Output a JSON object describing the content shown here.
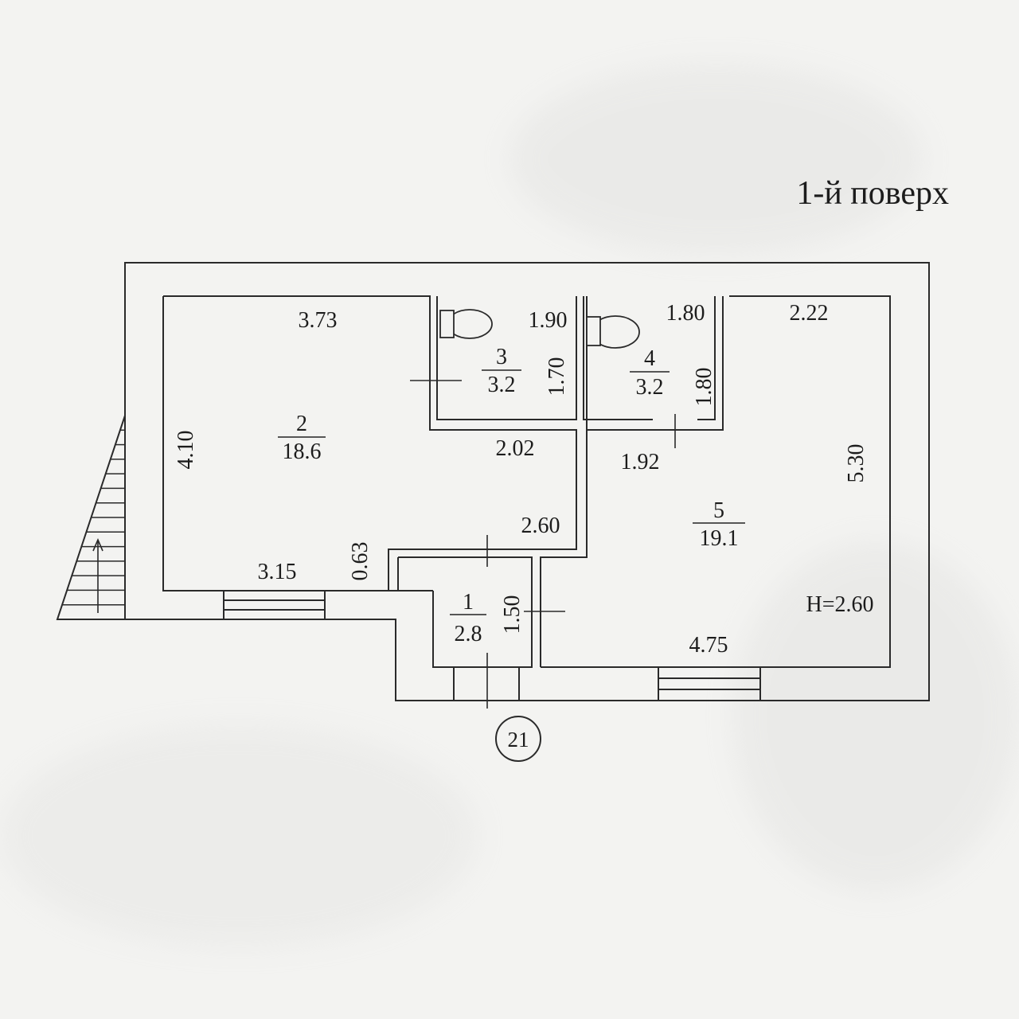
{
  "floor_title": "1-й поверх",
  "ceiling_height": "H=2.60",
  "plot_number": "21",
  "rooms": [
    {
      "number": "1",
      "area": "2.8"
    },
    {
      "number": "2",
      "area": "18.6"
    },
    {
      "number": "3",
      "area": "3.2"
    },
    {
      "number": "4",
      "area": "3.2"
    },
    {
      "number": "5",
      "area": "19.1"
    }
  ],
  "dimensions": [
    "3.73",
    "4.10",
    "3.15",
    "0.63",
    "1.90",
    "1.70",
    "2.02",
    "2.60",
    "1.80",
    "1.80",
    "1.92",
    "2.22",
    "5.30",
    "4.75",
    "1.50"
  ]
}
